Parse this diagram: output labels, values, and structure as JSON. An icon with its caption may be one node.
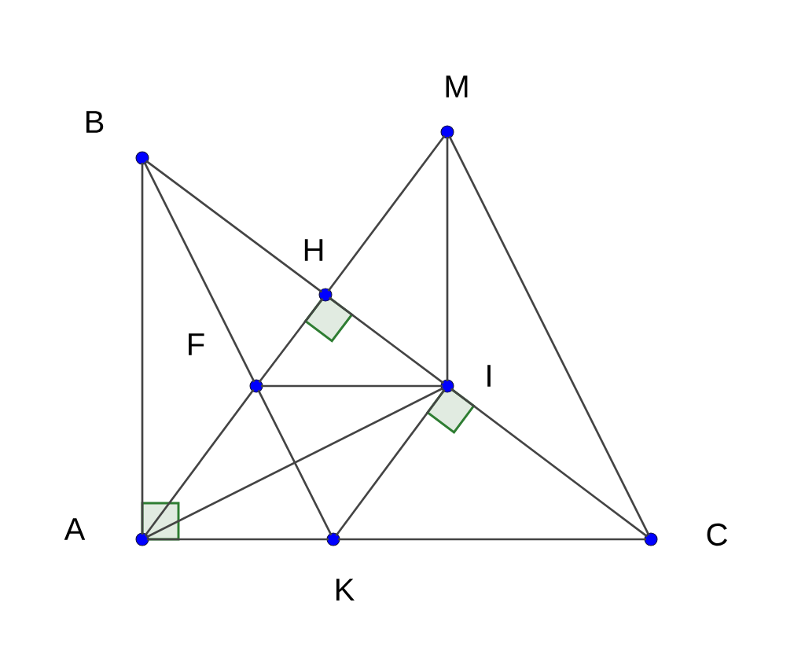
{
  "diagram": {
    "nodes": [
      {
        "text": [
          "M"
        ]
      },
      {
        "text": [
          "B"
        ]
      },
      {
        "text": [
          "H"
        ]
      },
      {
        "text": [
          "F"
        ]
      },
      {
        "text": [
          "I"
        ]
      },
      {
        "text": [
          "A"
        ]
      },
      {
        "text": [
          "K"
        ]
      },
      {
        "text": [
          "C"
        ]
      }
    ],
    "edges": [
      {
        "from": 1,
        "to": 5,
        "arrow": "none"
      },
      {
        "from": 1,
        "to": 2,
        "arrow": "none"
      },
      {
        "from": 2,
        "to": 4,
        "arrow": "none"
      },
      {
        "from": 4,
        "to": 7,
        "arrow": "none"
      },
      {
        "from": 1,
        "to": 3,
        "arrow": "none"
      },
      {
        "from": 3,
        "to": 6,
        "arrow": "none"
      },
      {
        "from": 5,
        "to": 3,
        "arrow": "none"
      },
      {
        "from": 3,
        "to": 2,
        "arrow": "none"
      },
      {
        "from": 2,
        "to": 0,
        "arrow": "none"
      },
      {
        "from": 3,
        "to": 4,
        "arrow": "none"
      },
      {
        "from": 5,
        "to": 4,
        "arrow": "none"
      },
      {
        "from": 4,
        "to": 6,
        "arrow": "none"
      },
      {
        "from": 4,
        "to": 0,
        "arrow": "none"
      },
      {
        "from": 0,
        "to": 7,
        "arrow": "none"
      },
      {
        "from": 5,
        "to": 6,
        "arrow": "none"
      },
      {
        "from": 6,
        "to": 7,
        "arrow": "none"
      }
    ]
  }
}
